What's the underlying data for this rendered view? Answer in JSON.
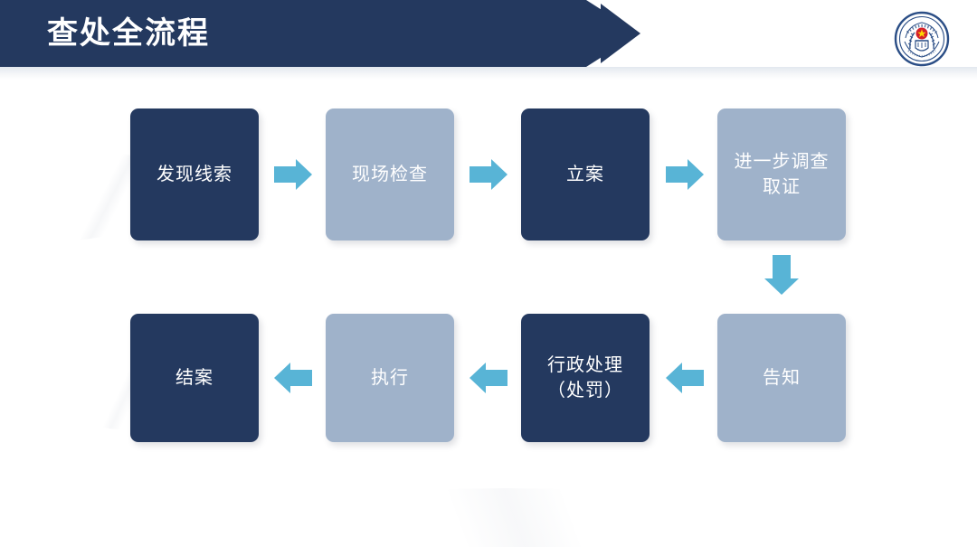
{
  "slide": {
    "title": "查处全流程",
    "background_color": "#ffffff",
    "banner_color": "#24395F",
    "accent_arrow_color": "#58B4D6",
    "node_dark_color": "#24395F",
    "node_light_color": "#9FB2CA"
  },
  "emblem": {
    "name": "market-supervision-administration-emblem",
    "ring_color": "#2B4E86",
    "star_color": "#D5202A"
  },
  "flow": {
    "row1": [
      {
        "id": "node-1",
        "label": "发现线索",
        "style": "dark"
      },
      {
        "id": "node-2",
        "label": "现场检查",
        "style": "light"
      },
      {
        "id": "node-3",
        "label": "立案",
        "style": "dark"
      },
      {
        "id": "node-4",
        "label": "进一步调查\n取证",
        "line1": "进一步调查",
        "line2": "取证",
        "style": "light"
      }
    ],
    "row2": [
      {
        "id": "node-5",
        "label": "结案",
        "style": "dark"
      },
      {
        "id": "node-6",
        "label": "执行",
        "style": "light"
      },
      {
        "id": "node-7",
        "label": "行政处理\n（处罚）",
        "line1": "行政处理",
        "line2": "（处罚）",
        "style": "dark"
      },
      {
        "id": "node-8",
        "label": "告知",
        "style": "light"
      }
    ],
    "connectors": [
      {
        "id": "arrow-1-2",
        "direction": "right"
      },
      {
        "id": "arrow-2-3",
        "direction": "right"
      },
      {
        "id": "arrow-3-4",
        "direction": "right"
      },
      {
        "id": "arrow-4-8",
        "direction": "down"
      },
      {
        "id": "arrow-8-7",
        "direction": "left"
      },
      {
        "id": "arrow-7-6",
        "direction": "left"
      },
      {
        "id": "arrow-6-5",
        "direction": "left"
      }
    ]
  }
}
